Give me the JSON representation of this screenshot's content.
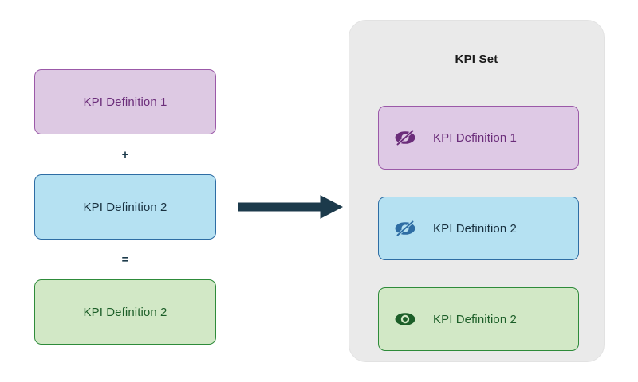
{
  "diagram": {
    "title": "KPI Set composition diagram",
    "colors": {
      "pink_fill": "#DDC9E3",
      "pink_border": "#9B59A8",
      "pink_text": "#6B2D7A",
      "blue_fill": "#B5E1F2",
      "blue_border": "#2E6DA4",
      "blue_text": "#18303F",
      "green_fill": "#D2E8C6",
      "green_border": "#2E8B3A",
      "green_text": "#1C5E28",
      "panel_fill": "#EAEAEA",
      "arrow": "#1C3A4B",
      "operator": "#1C3A4B"
    }
  },
  "left_column": {
    "boxes": [
      {
        "label": "KPI Definition 1",
        "variant": "pink"
      },
      {
        "label": "KPI Definition 2",
        "variant": "blue"
      },
      {
        "label": "KPI Definition 2",
        "variant": "green"
      }
    ],
    "operators": [
      {
        "symbol": "+",
        "name": "plus"
      },
      {
        "symbol": "=",
        "name": "equals"
      }
    ]
  },
  "connector": {
    "icon": "arrow-right-icon",
    "direction": "right"
  },
  "kpi_set": {
    "title": "KPI Set",
    "rows": [
      {
        "label": "KPI Definition 1",
        "variant": "pink",
        "icon": "eye-off-icon",
        "visibility": "hidden"
      },
      {
        "label": "KPI Definition 2",
        "variant": "blue",
        "icon": "eye-off-icon",
        "visibility": "hidden"
      },
      {
        "label": "KPI Definition 2",
        "variant": "green",
        "icon": "eye-icon",
        "visibility": "visible"
      }
    ]
  }
}
